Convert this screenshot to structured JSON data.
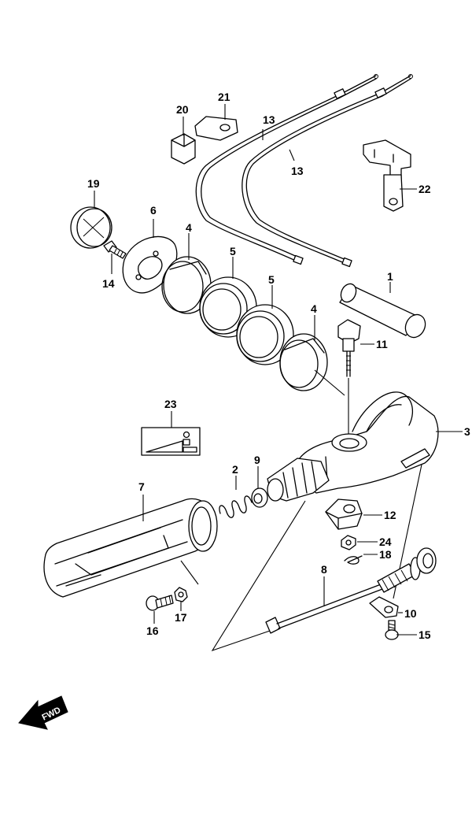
{
  "diagram": {
    "direction_marker": "FWD",
    "callouts": [
      {
        "id": "c1",
        "text": "1"
      },
      {
        "id": "c2",
        "text": "2"
      },
      {
        "id": "c3",
        "text": "3"
      },
      {
        "id": "c4a",
        "text": "4"
      },
      {
        "id": "c4b",
        "text": "4"
      },
      {
        "id": "c5a",
        "text": "5"
      },
      {
        "id": "c5b",
        "text": "5"
      },
      {
        "id": "c6",
        "text": "6"
      },
      {
        "id": "c7",
        "text": "7"
      },
      {
        "id": "c8",
        "text": "8"
      },
      {
        "id": "c9",
        "text": "9"
      },
      {
        "id": "c10",
        "text": "10"
      },
      {
        "id": "c11",
        "text": "11"
      },
      {
        "id": "c12",
        "text": "12"
      },
      {
        "id": "c13a",
        "text": "13"
      },
      {
        "id": "c13b",
        "text": "13"
      },
      {
        "id": "c14",
        "text": "14"
      },
      {
        "id": "c15",
        "text": "15"
      },
      {
        "id": "c16",
        "text": "16"
      },
      {
        "id": "c17",
        "text": "17"
      },
      {
        "id": "c18",
        "text": "18"
      },
      {
        "id": "c19",
        "text": "19"
      },
      {
        "id": "c20",
        "text": "20"
      },
      {
        "id": "c21",
        "text": "21"
      },
      {
        "id": "c22",
        "text": "22"
      },
      {
        "id": "c23",
        "text": "23"
      },
      {
        "id": "c24",
        "text": "24"
      }
    ]
  }
}
